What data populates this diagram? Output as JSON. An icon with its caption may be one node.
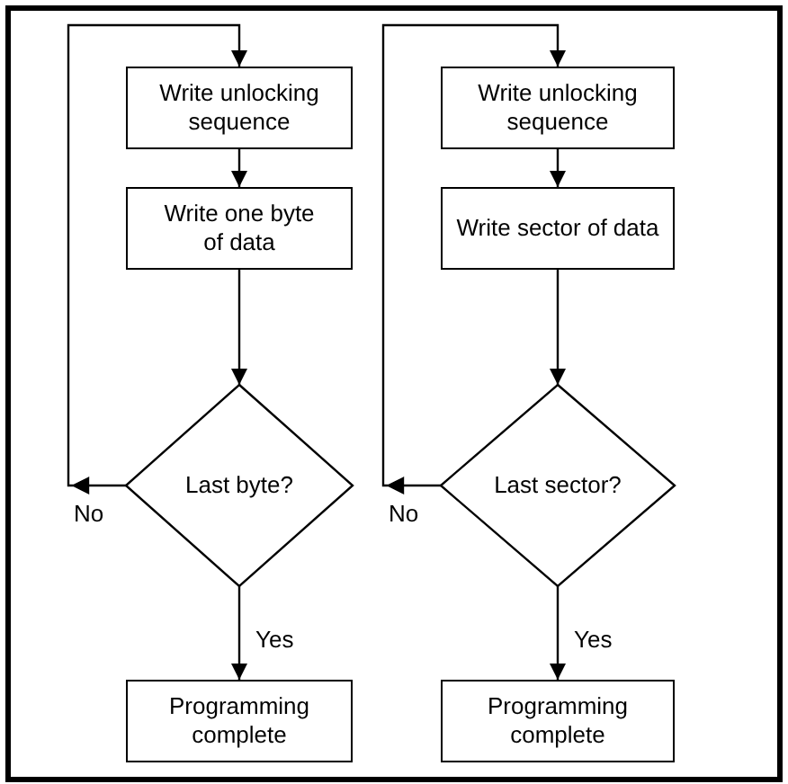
{
  "diagram": {
    "nodes": [
      {
        "text": [
          "Write unlocking sequence"
        ]
      },
      {
        "text": [
          "Write one byte of data"
        ]
      },
      {
        "text": [
          "Last byte?"
        ]
      },
      {
        "text": [
          "Programming complete"
        ]
      },
      {
        "text": [
          "Write unlocking sequence"
        ]
      },
      {
        "text": [
          "Write sector of data"
        ]
      },
      {
        "text": [
          "Last sector?"
        ]
      },
      {
        "text": [
          "Programming complete"
        ]
      }
    ],
    "edges": [
      {
        "from": 0,
        "to": 1,
        "arrow": "to"
      },
      {
        "from": 1,
        "to": 2,
        "arrow": "to"
      },
      {
        "from": 2,
        "to": 0,
        "label": "No",
        "arrow": "to"
      },
      {
        "from": 2,
        "to": 3,
        "label": "Yes",
        "arrow": "to"
      },
      {
        "from": 4,
        "to": 5,
        "arrow": "to"
      },
      {
        "from": 5,
        "to": 6,
        "arrow": "to"
      },
      {
        "from": 6,
        "to": 4,
        "label": "No",
        "arrow": "to"
      },
      {
        "from": 6,
        "to": 7,
        "label": "Yes",
        "arrow": "to"
      }
    ]
  }
}
